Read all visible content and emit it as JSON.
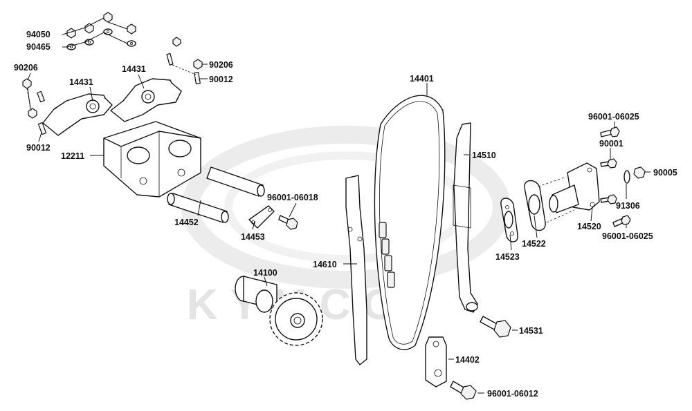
{
  "watermark": {
    "text": "KYMCO"
  },
  "callouts": [
    "94050",
    "90465",
    "90206",
    "14431",
    "14431",
    "90206",
    "90012",
    "90012",
    "12211",
    "14452",
    "96001-06018",
    "14453",
    "14100",
    "14401",
    "14610",
    "14510",
    "96001-06025",
    "90001",
    "90005",
    "91306",
    "14520",
    "14522",
    "14523",
    "96001-06025",
    "14531",
    "14402",
    "96001-06012"
  ]
}
